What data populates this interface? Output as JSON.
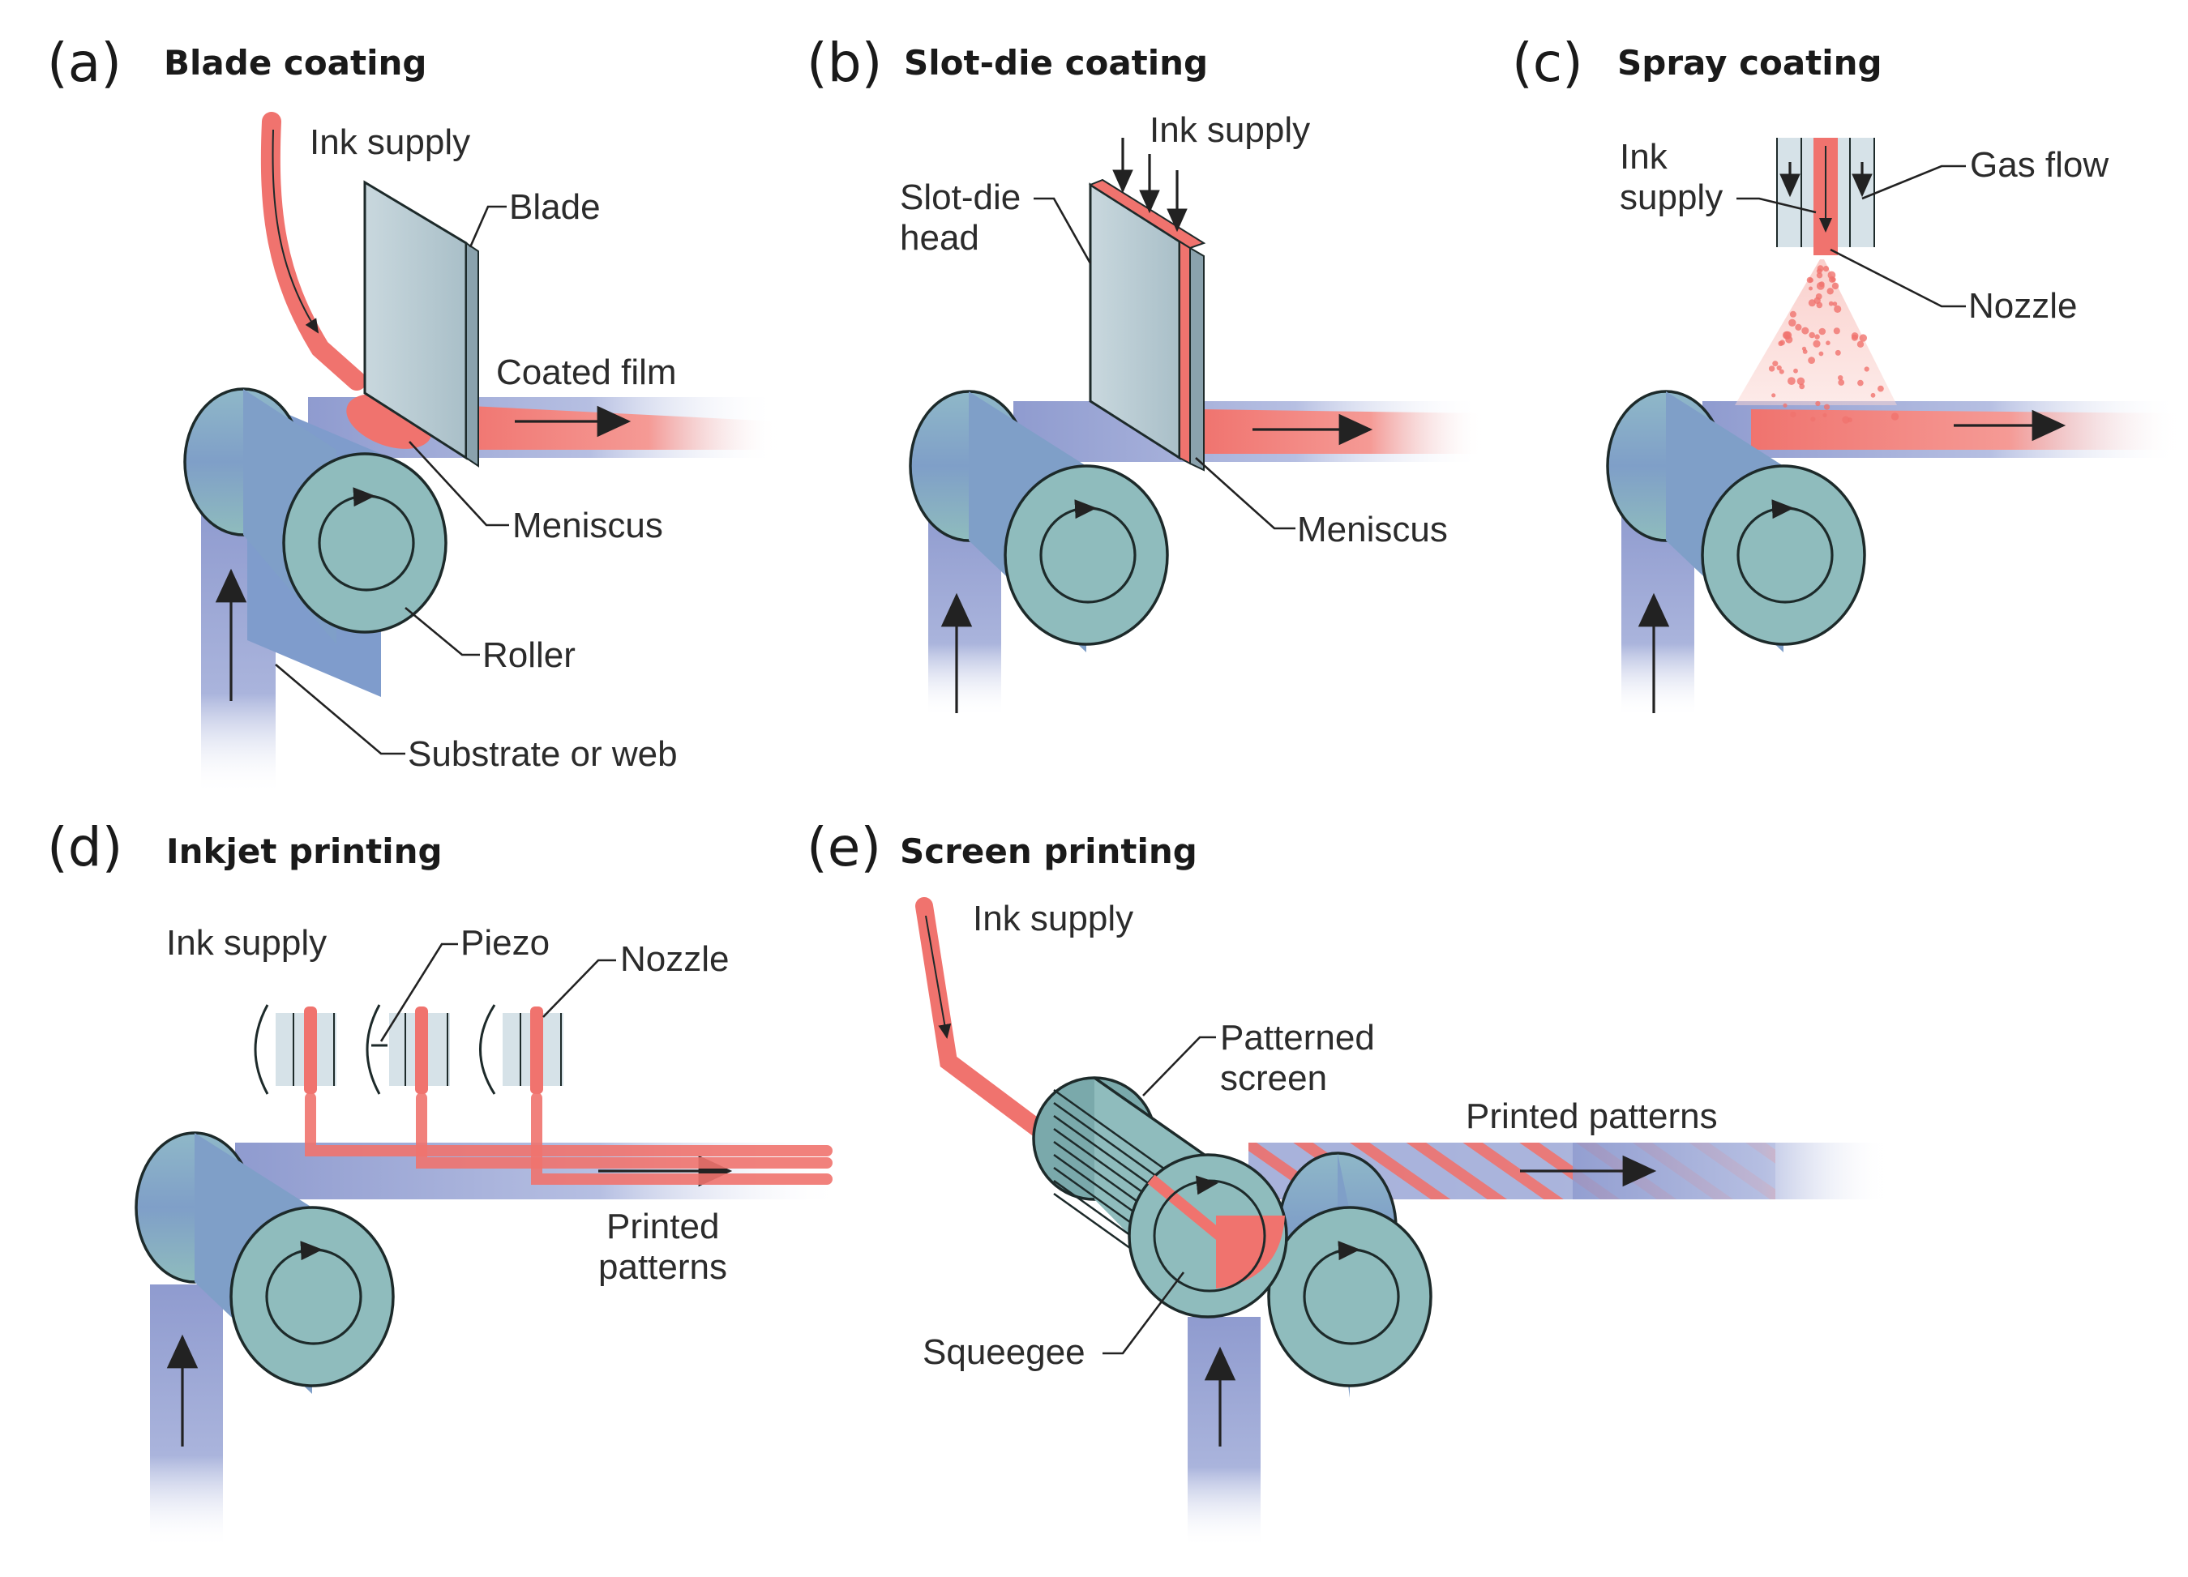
{
  "colors": {
    "ink": "#f0736e",
    "ink_light": "#f9b5b0",
    "substrate": "#9aa6d4",
    "roller": "#8fbcbd",
    "roller_dark": "#7aa9ab",
    "blade": "#b9cbd3",
    "outline": "#1d2a2a"
  },
  "panels": {
    "a": {
      "letter": "(a)",
      "title": "Blade coating",
      "labels": {
        "ink_supply": "Ink supply",
        "blade": "Blade",
        "coated_film": "Coated film",
        "meniscus": "Meniscus",
        "roller": "Roller",
        "substrate": "Substrate or web"
      }
    },
    "b": {
      "letter": "(b)",
      "title": "Slot-die coating",
      "labels": {
        "ink_supply": "Ink supply",
        "head_line1": "Slot-die",
        "head_line2": "head",
        "meniscus": "Meniscus"
      }
    },
    "c": {
      "letter": "(c)",
      "title": "Spray coating",
      "labels": {
        "ink_line1": "Ink",
        "ink_line2": "supply",
        "gas_flow": "Gas flow",
        "nozzle": "Nozzle"
      }
    },
    "d": {
      "letter": "(d)",
      "title": "Inkjet printing",
      "labels": {
        "ink_supply": "Ink supply",
        "piezo": "Piezo",
        "nozzle": "Nozzle",
        "printed_line1": "Printed",
        "printed_line2": "patterns"
      }
    },
    "e": {
      "letter": "(e)",
      "title": "Screen printing",
      "labels": {
        "ink_supply": "Ink supply",
        "patterned_line1": "Patterned",
        "patterned_line2": "screen",
        "printed_patterns": "Printed patterns",
        "squeegee": "Squeegee"
      }
    }
  }
}
